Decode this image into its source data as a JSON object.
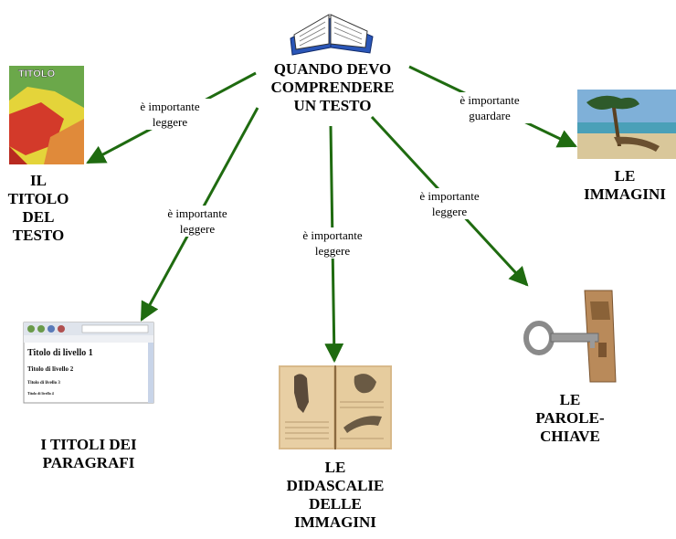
{
  "central": {
    "label_lines": [
      "QUANDO DEVO",
      "COMPRENDERE",
      "UN TESTO"
    ],
    "icon": "open-book-icon"
  },
  "branches": [
    {
      "id": "titolo",
      "link_lines": [
        "è importante",
        "leggere"
      ],
      "label_lines": [
        "IL",
        "TITOLO",
        "DEL",
        "TESTO"
      ],
      "image": "title-page-image",
      "image_text": "TITOLO"
    },
    {
      "id": "paragrafi",
      "link_lines": [
        "è importante",
        "leggere"
      ],
      "label_lines": [
        "I TITOLI DEI",
        "PARAGRAFI"
      ],
      "image": "webpage-headings-image",
      "image_text": [
        "Titolo di livello 1",
        "Titolo di livello 2",
        "Titolo di livello 3",
        "Titolo di livello 4"
      ]
    },
    {
      "id": "didascalie",
      "link_lines": [
        "è importante",
        "leggere"
      ],
      "label_lines": [
        "LE",
        "DIDASCALIE",
        "DELLE",
        "IMMAGINI"
      ],
      "image": "illustrated-book-image"
    },
    {
      "id": "parole",
      "link_lines": [
        "è importante",
        "leggere"
      ],
      "label_lines": [
        "LE",
        "PAROLE-",
        "CHIAVE"
      ],
      "image": "key-in-lock-image"
    },
    {
      "id": "immagini",
      "link_lines": [
        "è importante",
        "guardare"
      ],
      "label_lines": [
        "LE",
        "IMMAGINI"
      ],
      "image": "beach-tree-image"
    }
  ],
  "colors": {
    "arrow": "#1f6b10",
    "text": "#000000"
  }
}
